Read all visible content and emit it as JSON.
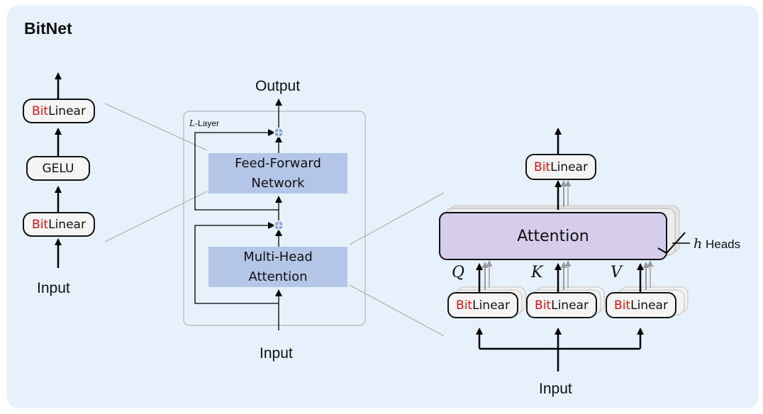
{
  "title": "BitNet",
  "bitlinear": {
    "prefix": "Bit",
    "suffix": "Linear"
  },
  "left_ffn": {
    "activation": "GELU",
    "input": "Input"
  },
  "transformer": {
    "output": "Output",
    "input": "Input",
    "layer_symbol": "L",
    "layer_suffix": "-Layer",
    "ffn_label_line1": "Feed-Forward",
    "ffn_label_line2": "Network",
    "mha_label_line1": "Multi-Head",
    "mha_label_line2": "Attention"
  },
  "attention": {
    "block_label": "Attention",
    "heads_symbol": "h",
    "heads_label": "Heads",
    "q": "Q",
    "k": "K",
    "v": "V",
    "input": "Input"
  },
  "colors": {
    "panel": "#e6f1fb",
    "block_blue": "#b4c6e7",
    "attention_purple": "#d6cdea",
    "box_fill": "#f5f5f5",
    "add_node": "#8fa8d8",
    "red": "#e01010"
  }
}
